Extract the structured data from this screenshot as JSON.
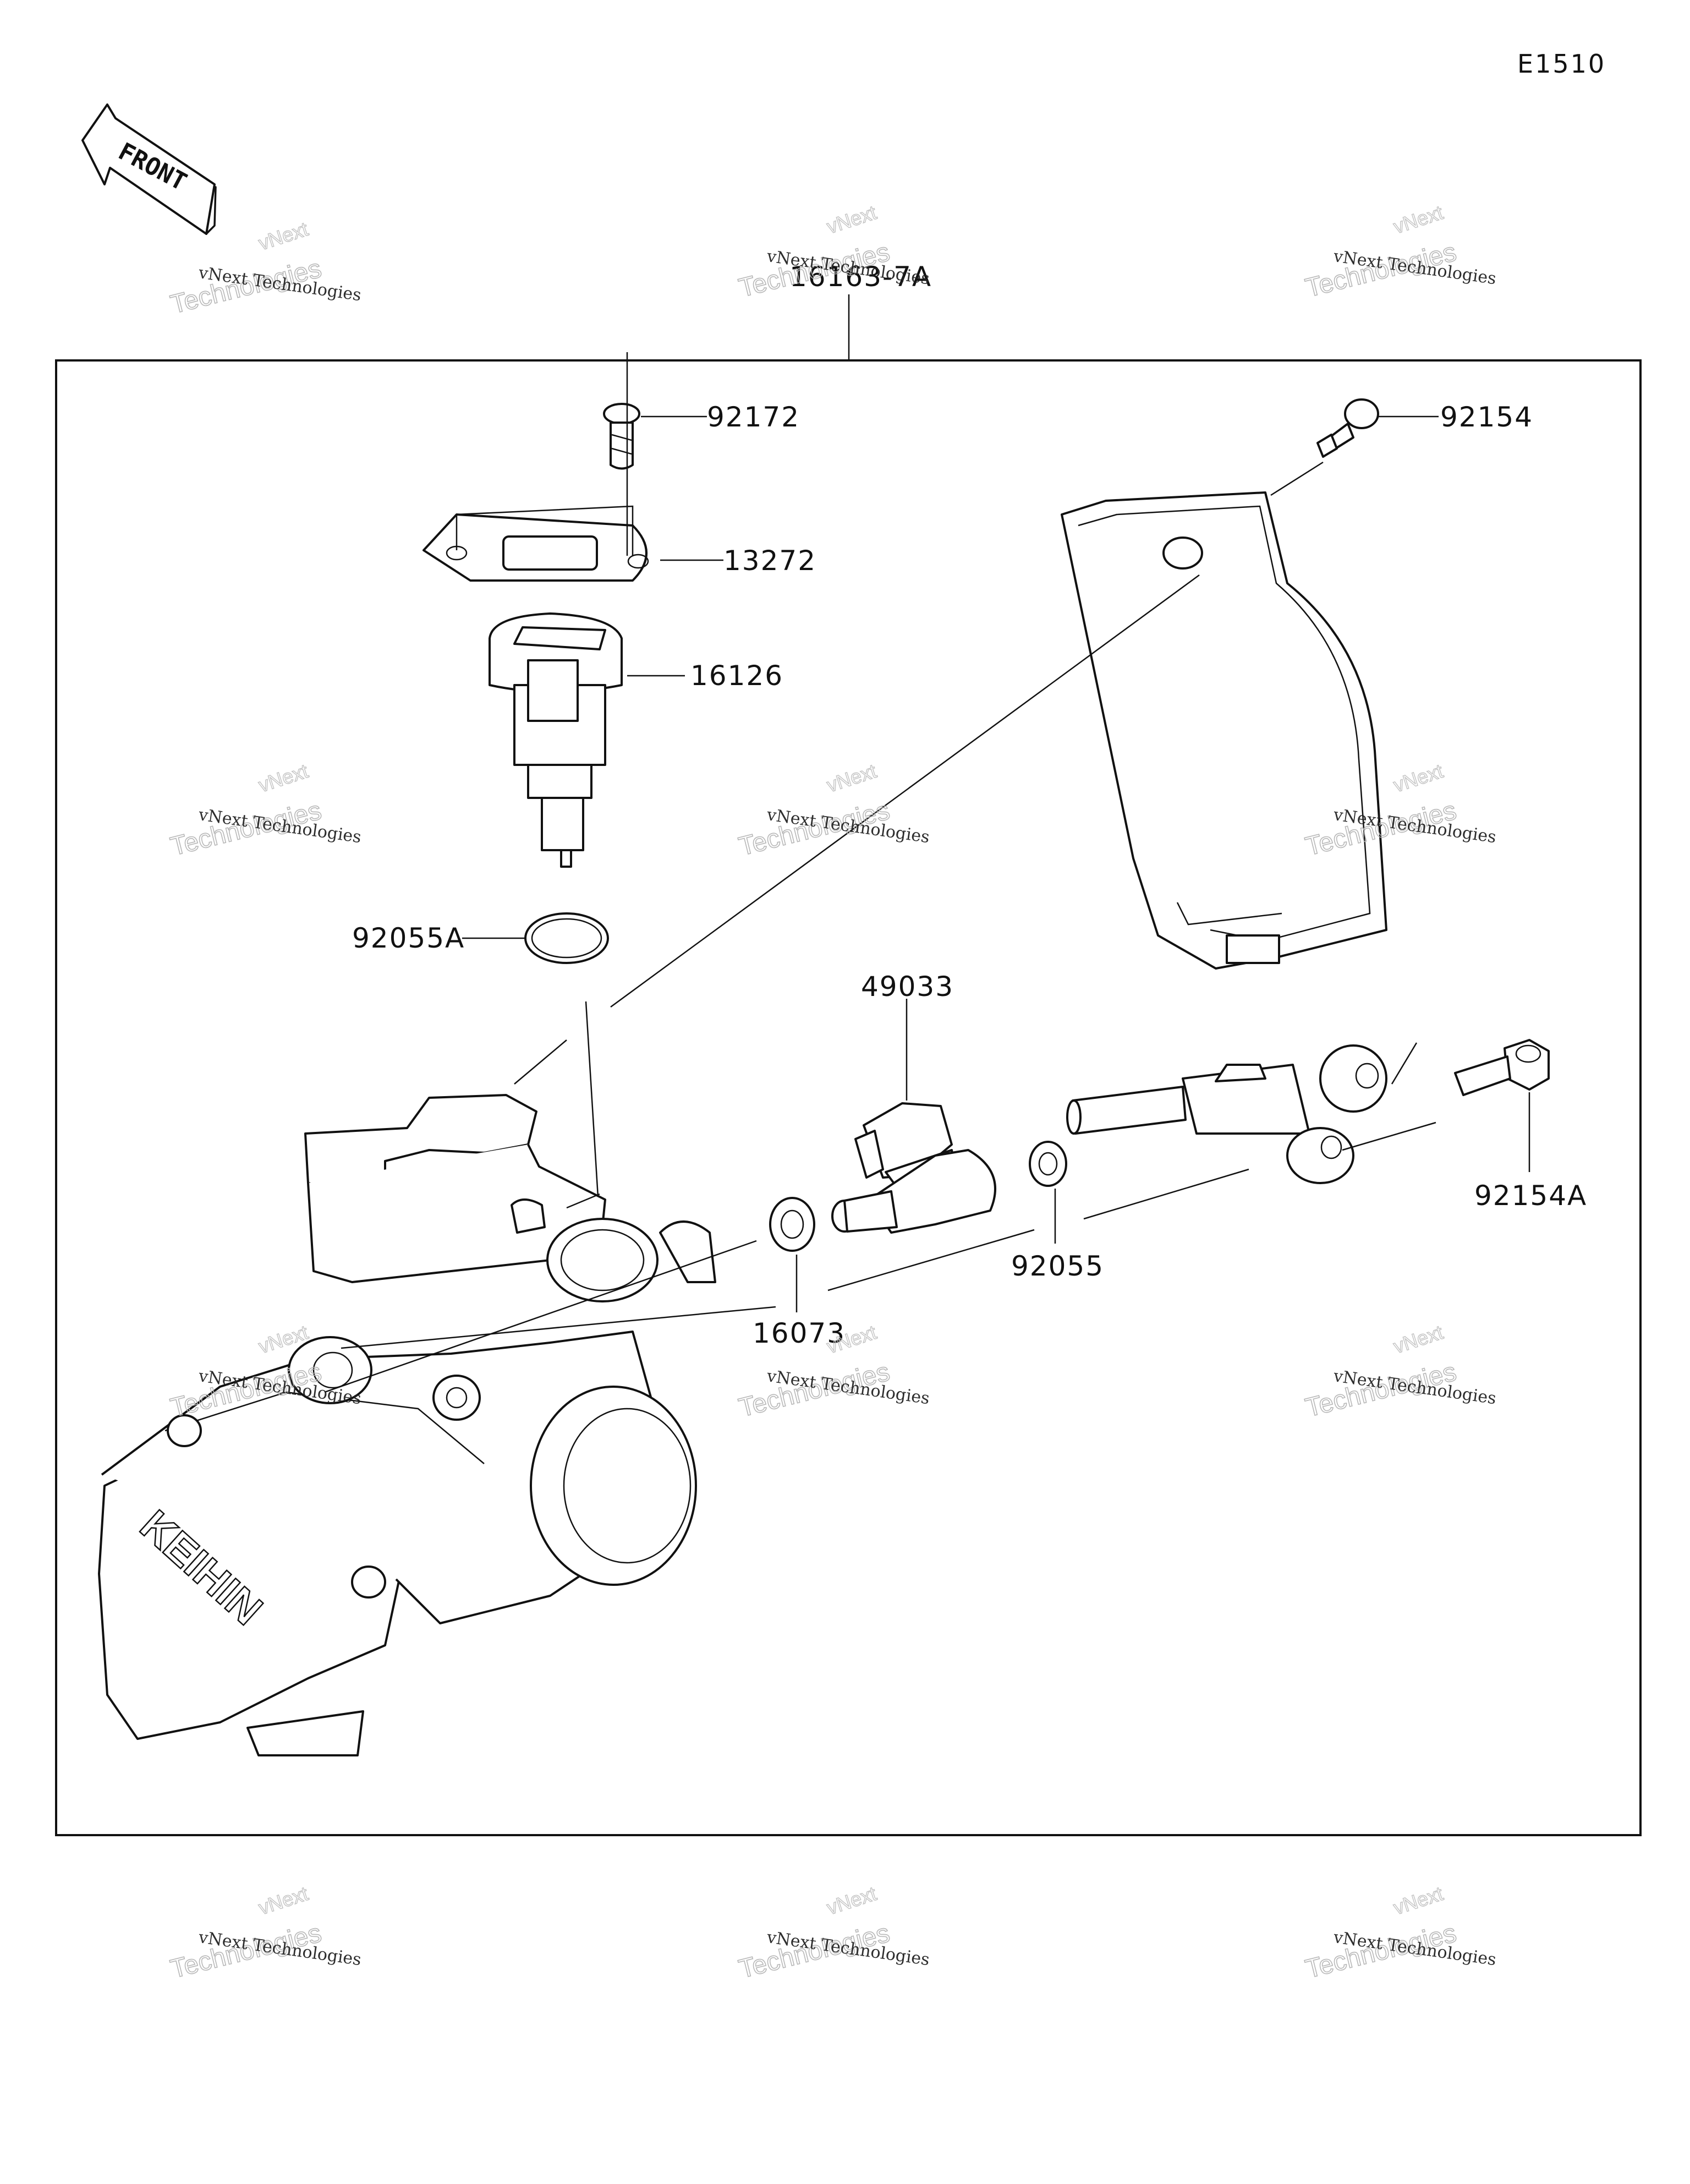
{
  "diagram_code": "E1510",
  "front_label": "FRONT",
  "assembly_label": "16163-7A",
  "callouts": {
    "c92172": "92172",
    "c13272": "13272",
    "c16126": "16126",
    "c92055A": "92055A",
    "c92154": "92154",
    "c49033": "49033",
    "c92055": "92055",
    "c16073": "16073",
    "c92154A": "92154A"
  },
  "watermark": {
    "line1": "vNext Technologies",
    "outline": "Technologies",
    "small": "vNext"
  },
  "part_marking": "KEIHIN"
}
